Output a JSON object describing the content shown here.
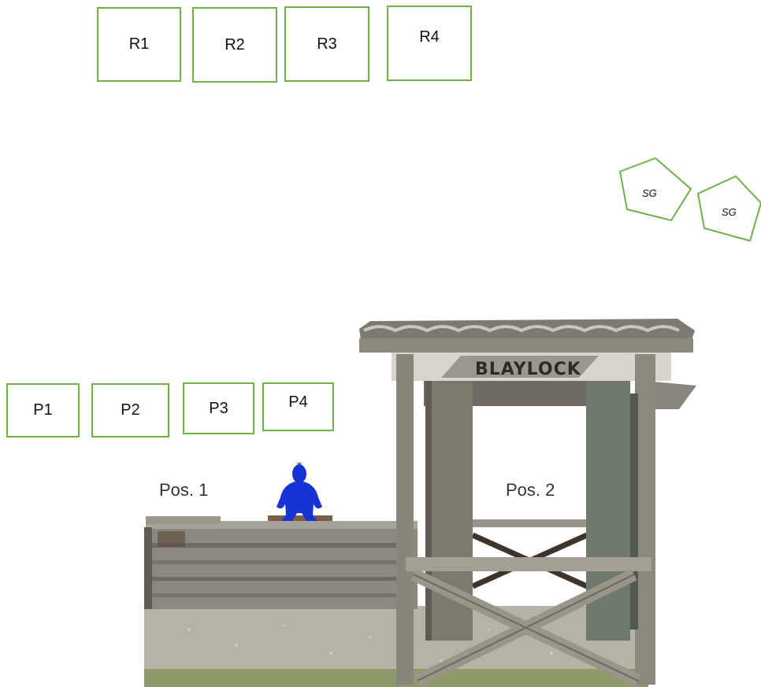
{
  "rifle_targets": [
    "R1",
    "R2",
    "R3",
    "R4"
  ],
  "pistol_targets": [
    "P1",
    "P2",
    "P3",
    "P4"
  ],
  "shotgun_targets": [
    "SG",
    "SG"
  ],
  "positions": [
    "Pos. 1",
    "Pos. 2"
  ],
  "sign": "BLAYLOCK",
  "colors": {
    "target_border": "#6fb24a",
    "cutout": "#1633d6"
  }
}
